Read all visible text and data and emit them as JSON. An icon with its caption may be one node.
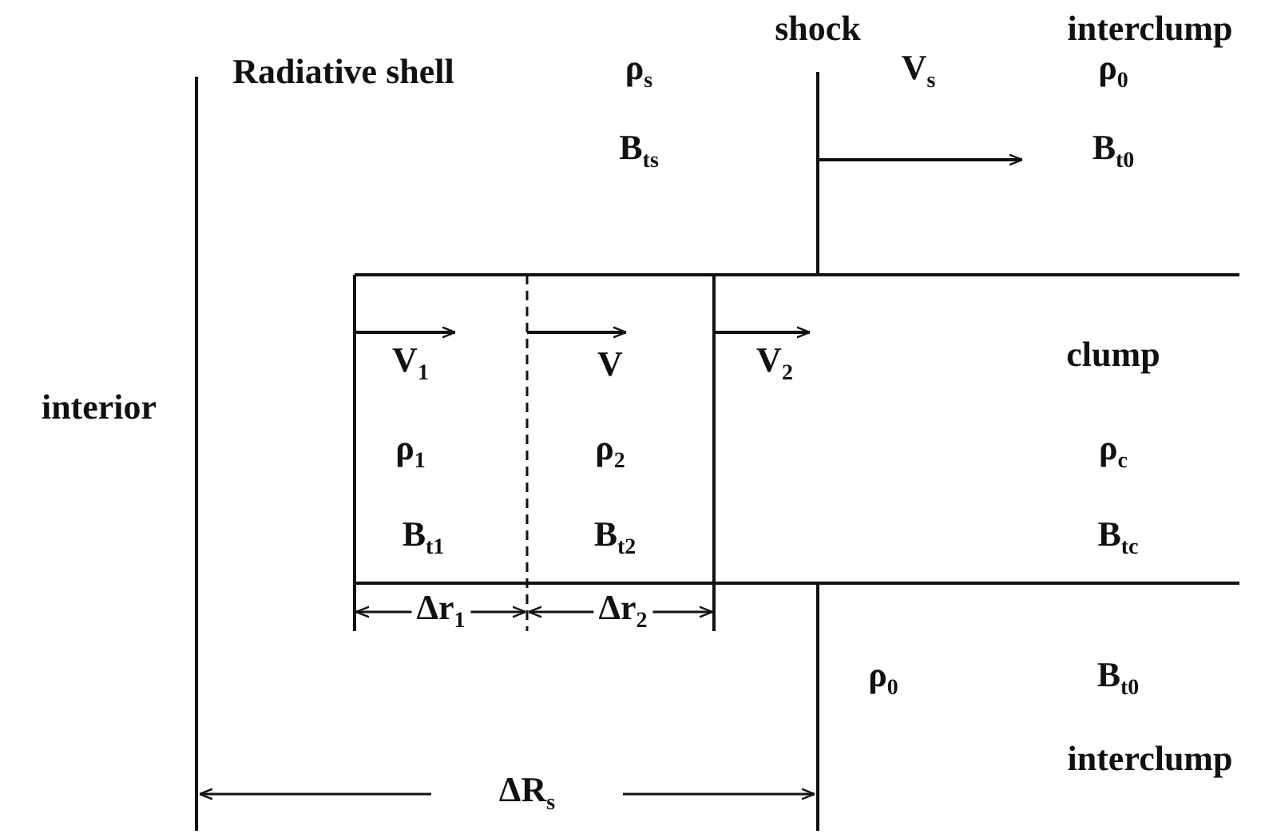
{
  "diagram": {
    "labels": [
      "shock",
      "interclump",
      "Radiative shell",
      "ρ$_{s}$",
      "V$_{s}$",
      "ρ$_{0}$",
      "B$_{ts}$",
      "B$_{t0}$",
      "V$_{1}$",
      "V",
      "V$_{2}$",
      "clump",
      "interior",
      "ρ$_{1}$",
      "ρ$_{2}$",
      "ρ$_{c}$",
      "B$_{t1}$",
      "B$_{t2}$",
      "B$_{tc}$",
      "Δr$_{1}$",
      "Δr$_{2}$",
      "ρ$_{0}$",
      "B$_{t0}$",
      "interclump",
      "ΔR$_{s}$"
    ]
  }
}
